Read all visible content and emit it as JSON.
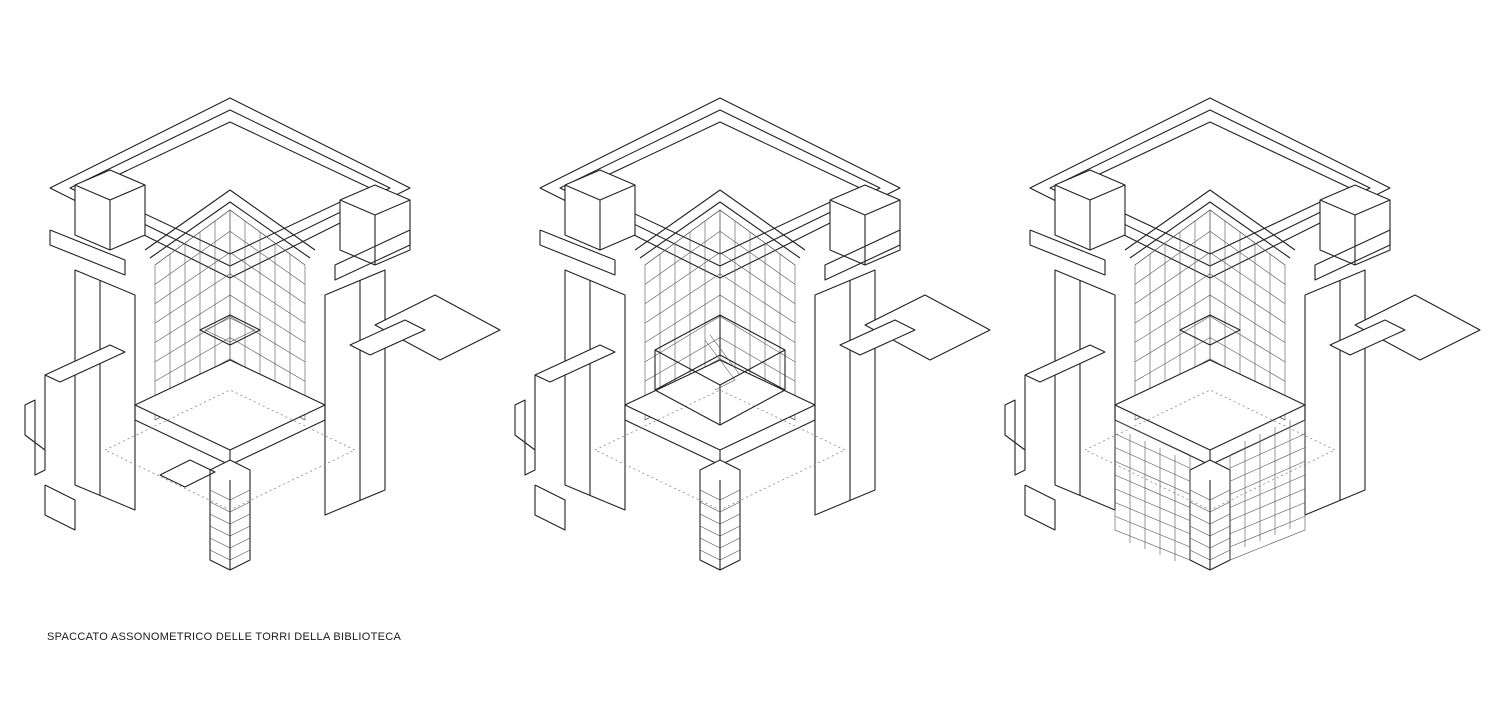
{
  "caption": "SPACCATO ASSONOMETRICO DELLE TORRI DELLA BIBLIOTECA",
  "drawings": [
    {
      "id": "tower-variant-1",
      "insert": "mezzanine"
    },
    {
      "id": "tower-variant-2",
      "insert": "stair-cage"
    },
    {
      "id": "tower-variant-3",
      "insert": "full-shelving"
    }
  ],
  "colors": {
    "line": "#222222",
    "background": "#ffffff"
  }
}
